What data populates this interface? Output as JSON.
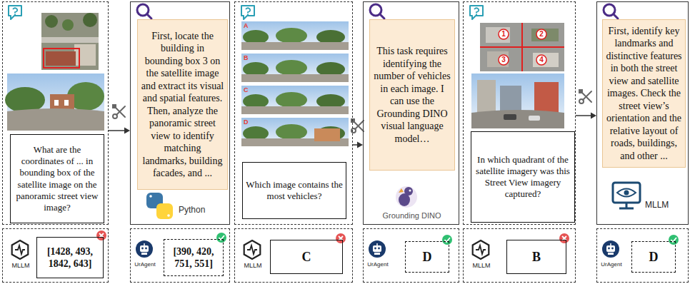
{
  "diagram": {
    "nodes": [
      {
        "text": []
      },
      {
        "text": [
          "What are the coordinates of ... in bounding box of the satellite image on the panoramic street view image?"
        ],
        "in": 0
      },
      {
        "text": [
          "Python"
        ]
      },
      {
        "text": [
          "First, locate the building in bounding box 3 on the satellite image and extract its visual and spatial features. Then, analyze the panoramic street view to identify matching landmarks, building facades, and ..."
        ],
        "in": 2
      },
      {
        "text": []
      },
      {
        "text": [
          "Which image contains the most vehicles?"
        ],
        "in": 4
      },
      {
        "text": [
          "Grounding DINO"
        ]
      },
      {
        "text": [
          "This task requires identifying the number of vehicles in each image. I can use the Grounding DINO visual language model…"
        ],
        "in": 6
      },
      {
        "text": []
      },
      {
        "text": [
          "In which quadrant of the satellite imagery was this Street View imagery captured?"
        ],
        "in": 8
      },
      {
        "text": [
          "MLLM"
        ]
      },
      {
        "text": [
          "First, identify key landmarks and distinctive features in both the street view and satellite images. Check the street view’s orientation and the relative layout of roads, buildings, and other ..."
        ],
        "in": 10
      },
      {
        "text": [
          "MLLM"
        ]
      },
      {
        "text": [
          "[1428, 493, 1842, 643]"
        ],
        "in": 12
      },
      {
        "text": [
          "UrAgent"
        ]
      },
      {
        "text": [
          "[390, 420, 751, 551]"
        ],
        "in": 14
      },
      {
        "text": [
          "MLLM"
        ]
      },
      {
        "text": [
          "C"
        ],
        "in": 16
      },
      {
        "text": [
          "UrAgent"
        ]
      },
      {
        "text": [
          "D"
        ],
        "in": 18
      },
      {
        "text": [
          "MLLM"
        ]
      },
      {
        "text": [
          "B"
        ],
        "in": 20
      },
      {
        "text": [
          "UrAgent"
        ]
      },
      {
        "text": [
          "D"
        ],
        "in": 22
      }
    ],
    "edges": [
      {
        "from": 0,
        "to": 2,
        "arrow": "to"
      },
      {
        "from": 4,
        "to": 6,
        "arrow": "to"
      },
      {
        "from": 8,
        "to": 10,
        "arrow": "to"
      }
    ],
    "labels": [
      "A",
      "B",
      "C",
      "D",
      "1",
      "2",
      "3",
      "4"
    ]
  }
}
